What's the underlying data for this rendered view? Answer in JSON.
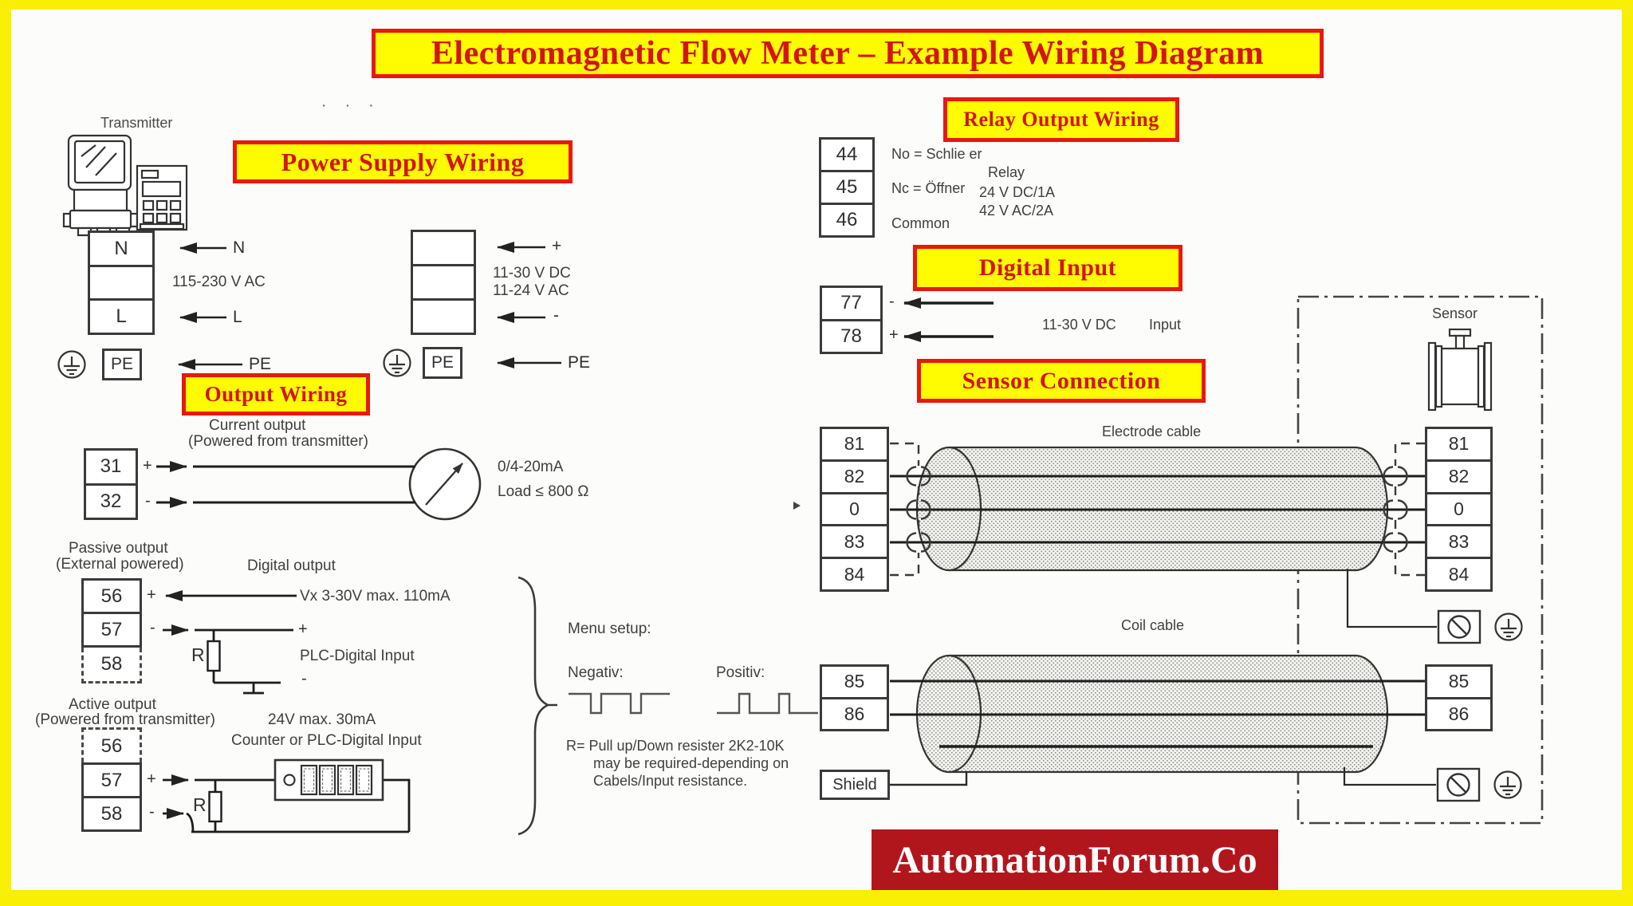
{
  "title": "Electromagnetic Flow Meter – Example Wiring Diagram",
  "watermark": "AutomationForum.Co",
  "transmitter_label": "Transmitter",
  "dots": "· · ·",
  "power_supply": {
    "banner": "Power Supply Wiring",
    "ac": {
      "t1": "N",
      "t2": "",
      "t3": "L",
      "pe": "PE",
      "arrow_n": "N",
      "arrow_l": "L",
      "arrow_pe": "PE",
      "voltage": "115-230 V AC"
    },
    "dc": {
      "pe": "PE",
      "arrow_plus": "+",
      "arrow_minus": "-",
      "arrow_pe": "PE",
      "voltage_dc": "11-30 V DC",
      "voltage_ac": "11-24 V AC"
    }
  },
  "relay": {
    "banner": "Relay Output Wiring",
    "t1": "44",
    "t2": "45",
    "t3": "46",
    "no_label": "No = Schlie er",
    "nc_label": "Nc = Öffner",
    "common_label": "Common",
    "name": "Relay",
    "rating_dc": "24 V DC/1A",
    "rating_ac": "42 V AC/2A"
  },
  "digital_input": {
    "banner": "Digital Input",
    "t1": "77",
    "t2": "78",
    "minus": "-",
    "plus": "+",
    "voltage": "11-30 V DC",
    "input_label": "Input"
  },
  "output": {
    "banner": "Output Wiring",
    "current": {
      "title": "Current output",
      "subtitle": "(Powered from transmitter)",
      "t1": "31",
      "t2": "32",
      "plus": "+",
      "minus": "-",
      "range": "0/4-20mA",
      "load": "Load ≤ 800 Ω"
    },
    "passive": {
      "title": "Passive output",
      "subtitle": "(External powered)",
      "heading": "Digital output",
      "t1": "56",
      "t2": "57",
      "t3": "58",
      "plus": "+",
      "minus": "-",
      "wire_label": "Vx 3-30V max. 110mA",
      "plc_label": "PLC-Digital Input",
      "resistor": "R"
    },
    "active": {
      "title": "Active output",
      "subtitle": "(Powered from transmitter)",
      "t1": "56",
      "t2": "57",
      "t3": "58",
      "plus": "+",
      "minus": "-",
      "rating": "24V max. 30mA",
      "counter_label": "Counter or PLC-Digital Input",
      "resistor": "R"
    },
    "menu": {
      "title": "Menu setup:",
      "negative": "Negativ:",
      "positive": "Positiv:"
    },
    "note_line1": "R= Pull up/Down resister 2K2-10K",
    "note_line2": "may be required-depending on",
    "note_line3": "Cabels/Input resistance."
  },
  "sensor": {
    "banner": "Sensor Connection",
    "label": "Sensor",
    "electrode_cable_label": "Electrode cable",
    "coil_cable_label": "Coil cable",
    "e1": "81",
    "e2": "82",
    "e3": "0",
    "e4": "83",
    "e5": "84",
    "c1": "85",
    "c2": "86",
    "shield_label": "Shield"
  },
  "icons": {
    "ground": "earth-ground-icon",
    "screw_terminal": "screw-terminal-icon",
    "meter": "analog-meter-icon",
    "transmitter_device": "transmitter-device-icon",
    "keypad_device": "keypad-device-icon",
    "flow_sensor": "flow-sensor-icon",
    "pulse_negative": "negative-pulse-waveform-icon",
    "pulse_positive": "positive-pulse-waveform-icon"
  },
  "colors": {
    "frame_yellow": "#f8ef04",
    "banner_yellow": "#fffb00",
    "banner_border_red": "#e8180c",
    "banner_text_red": "#d31414",
    "watermark_red": "#b2161d",
    "line_gray": "#383838"
  }
}
